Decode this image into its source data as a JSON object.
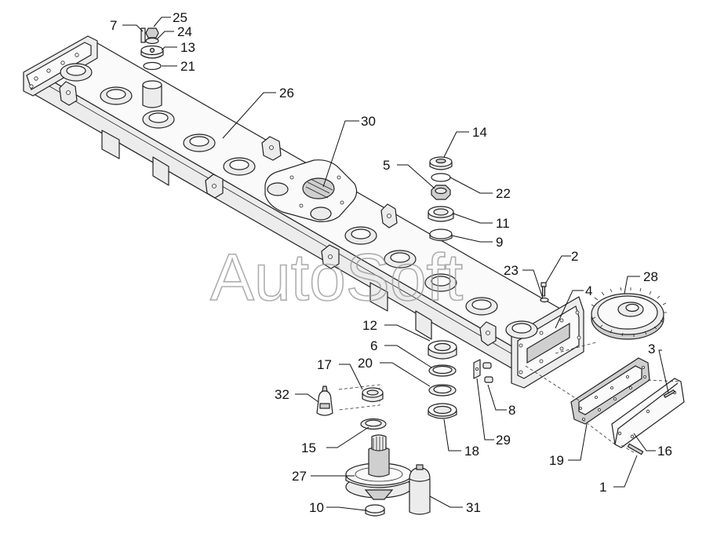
{
  "watermark": "AutoSoft",
  "callouts": {
    "c1": "1",
    "c2": "2",
    "c3": "3",
    "c4": "4",
    "c5": "5",
    "c6": "6",
    "c7": "7",
    "c8": "8",
    "c9": "9",
    "c10": "10",
    "c11": "11",
    "c12": "12",
    "c13": "13",
    "c14": "14",
    "c15": "15",
    "c16": "16",
    "c17": "17",
    "c18": "18",
    "c19": "19",
    "c20": "20",
    "c21": "21",
    "c22": "22",
    "c23": "23",
    "c24": "24",
    "c25": "25",
    "c26": "26",
    "c27": "27",
    "c28": "28",
    "c29": "29",
    "c30": "30",
    "c31": "31",
    "c32": "32"
  }
}
